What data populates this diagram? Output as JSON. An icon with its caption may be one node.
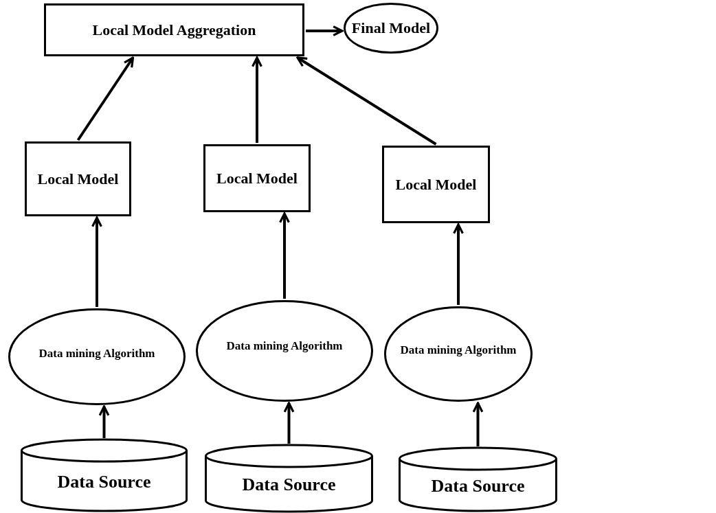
{
  "diagram": {
    "nodes": [
      {
        "text": [
          "Local Model Aggregation"
        ]
      },
      {
        "text": [
          "Final Model"
        ]
      },
      {
        "text": [
          "Local Model"
        ]
      },
      {
        "text": [
          "Local Model"
        ]
      },
      {
        "text": [
          "Local Model"
        ]
      },
      {
        "text": [
          "Data mining Algorithm"
        ]
      },
      {
        "text": [
          "Data mining Algorithm"
        ]
      },
      {
        "text": [
          "Data mining Algorithm"
        ]
      },
      {
        "text": [
          "Data Source"
        ]
      },
      {
        "text": [
          "Data Source"
        ]
      },
      {
        "text": [
          "Data Source"
        ]
      }
    ],
    "edges": [
      {
        "from": 8,
        "to": 5,
        "arrow": "to"
      },
      {
        "from": 9,
        "to": 6,
        "arrow": "to"
      },
      {
        "from": 10,
        "to": 7,
        "arrow": "to"
      },
      {
        "from": 5,
        "to": 2,
        "arrow": "to"
      },
      {
        "from": 6,
        "to": 3,
        "arrow": "to"
      },
      {
        "from": 7,
        "to": 4,
        "arrow": "to"
      },
      {
        "from": 2,
        "to": 0,
        "arrow": "to"
      },
      {
        "from": 3,
        "to": 0,
        "arrow": "to"
      },
      {
        "from": 4,
        "to": 0,
        "arrow": "to"
      },
      {
        "from": 0,
        "to": 1,
        "arrow": "to"
      }
    ]
  }
}
